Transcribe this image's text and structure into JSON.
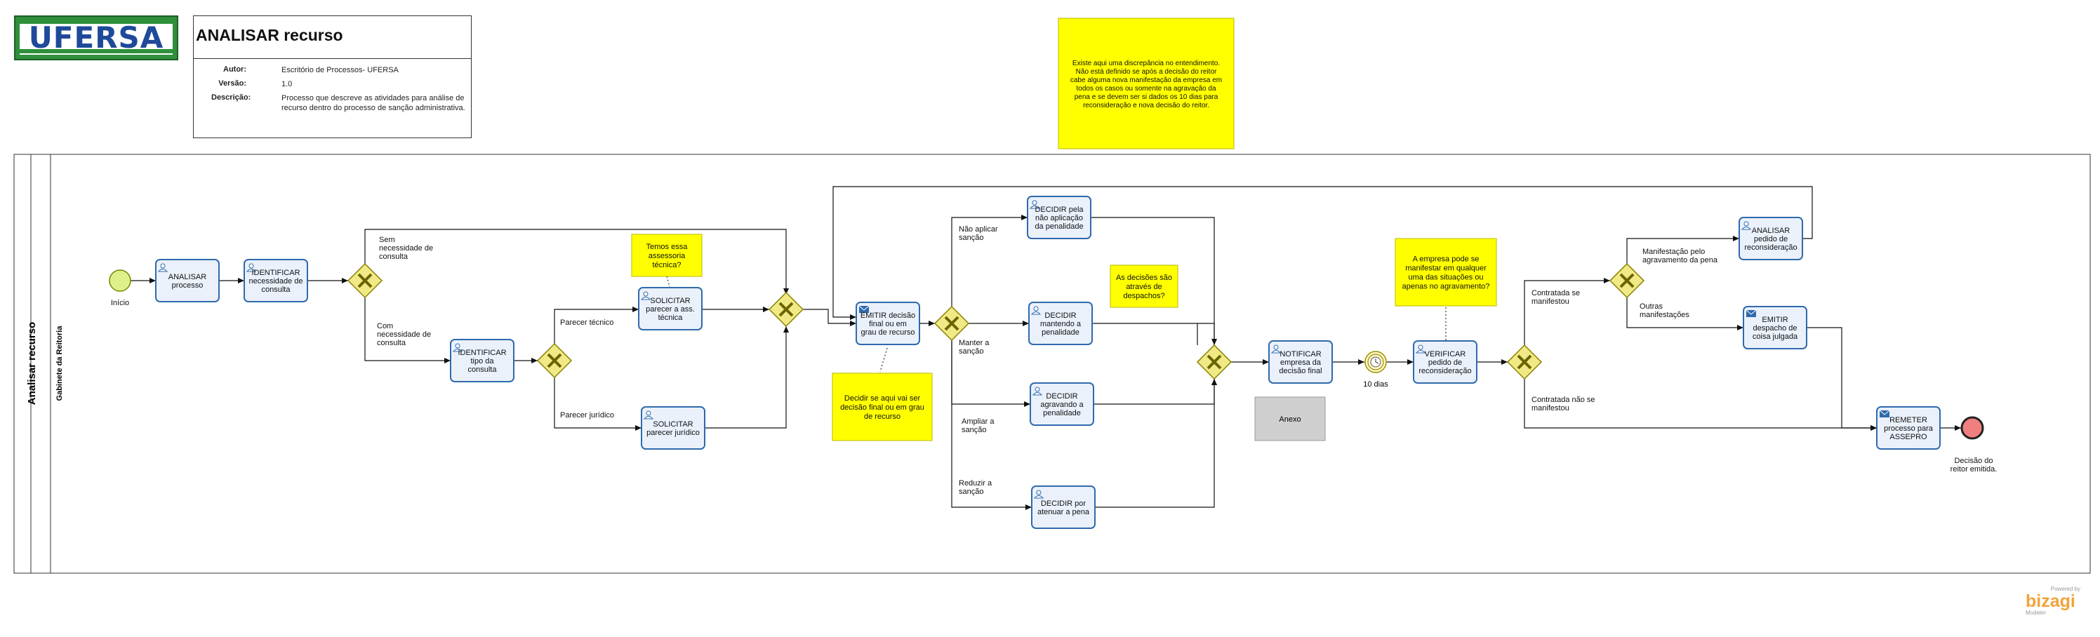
{
  "logo": {
    "text": "UFERSA"
  },
  "header": {
    "title": "ANALISAR recurso",
    "author_label": "Autor:",
    "author": "Escritório de Processos- UFERSA",
    "version_label": "Versão:",
    "version": "1.0",
    "description_label": "Descrição:",
    "description_lines": [
      "Processo que descreve as atividades para análise de",
      "recurso dentro do processo de sanção administrativa."
    ]
  },
  "pool": {
    "name": "Analisar recurso",
    "lane": "Gabinete da Reitoria"
  },
  "events": {
    "start": "Início",
    "timer": "10 dias",
    "end_lines": [
      "Decisão do",
      "reitor emitida."
    ]
  },
  "tasks": {
    "analisar_processo": [
      "ANALISAR",
      "processo"
    ],
    "identificar_necessidade": [
      "IDENTIFICAR",
      "necessidade de",
      "consulta"
    ],
    "identificar_tipo": [
      "IDENTIFICAR",
      "tipo da",
      "consulta"
    ],
    "solicitar_tecnica": [
      "SOLICITAR",
      "parecer a ass.",
      "técnica"
    ],
    "solicitar_juridico": [
      "SOLICITAR",
      "parecer jurídico"
    ],
    "emitir_decisao": [
      "EMITIR decisão",
      "final ou em",
      "grau de recurso"
    ],
    "decidir_nao_aplicacao": [
      "DECIDIR pela",
      "não aplicação",
      "da penalidade"
    ],
    "decidir_mantendo": [
      "DECIDIR",
      "mantendo a",
      "penalidade"
    ],
    "decidir_agravando": [
      "DECIDIR",
      "agravando a",
      "penalidade"
    ],
    "decidir_atenuar": [
      "DECIDIR por",
      "atenuar a pena"
    ],
    "notificar": [
      "NOTIFICAR",
      "empresa da",
      "decisão final"
    ],
    "verificar": [
      "VERIFICAR",
      "pedido de",
      "reconsideração"
    ],
    "analisar_reconsideracao": [
      "ANALISAR",
      "pedido de",
      "reconsideração"
    ],
    "emitir_despacho": [
      "EMITIR",
      "despacho de",
      "coisa julgada"
    ],
    "remeter": [
      "REMETER",
      "processo para",
      "ASSEPRO"
    ]
  },
  "flow_labels": {
    "sem_necessidade": [
      "Sem",
      "necessidade de",
      "consulta"
    ],
    "com_necessidade": [
      "Com",
      "necessidade de",
      "consulta"
    ],
    "parecer_tecnico": [
      "Parecer técnico"
    ],
    "parecer_juridico": [
      "Parecer jurídico"
    ],
    "nao_aplicar": [
      "Não aplicar",
      "sanção"
    ],
    "manter": [
      "Manter a",
      "sanção"
    ],
    "ampliar": [
      "Ampliar a",
      "sanção"
    ],
    "reduzir": [
      "Reduzir a",
      "sanção"
    ],
    "contratada_manifestou": [
      "Contratada se",
      "manifestou"
    ],
    "contratada_nao": [
      "Contratada não se",
      "manifestou"
    ],
    "manifestacao_agravamento": [
      "Manifestação pelo",
      "agravamento da pena"
    ],
    "outras": [
      "Outras",
      "manifestações"
    ]
  },
  "annotations": {
    "discrepancia": [
      "Existe aqui uma discrepância no entendimento.",
      "Não está definido se após a decisão do reitor",
      "cabe alguma nova manifestação da empresa em",
      "todos os casos ou somente na agravação da",
      "pena e se devem ser si dados os 10 dias para",
      "reconsideração e nova decisão do reitor."
    ],
    "assessoria": [
      "Temos essa",
      "assessoria",
      "técnica?"
    ],
    "decidir_recurso": [
      "Decidir se aqui vai ser",
      "decisão final ou em grau",
      "de recurso"
    ],
    "despachos": [
      "As decisões são",
      "através de",
      "despachos?"
    ],
    "empresa": [
      "A empresa pode se",
      "manifestar em qualquer",
      "uma das situações ou",
      "apenas no agravamento?"
    ]
  },
  "artifact": {
    "anexo": "Anexo"
  },
  "brand": {
    "powered": "Powered by",
    "name": "bizagi",
    "product": "Modeler"
  },
  "colors": {
    "task_fill": "#eaf1fb",
    "task_stroke": "#2f6aad",
    "gateway_fill": "#f1e985",
    "gateway_stroke": "#8a8200",
    "note_fill": "#ffff00",
    "start_fill": "#ddf08a",
    "end_fill": "#f08080"
  }
}
